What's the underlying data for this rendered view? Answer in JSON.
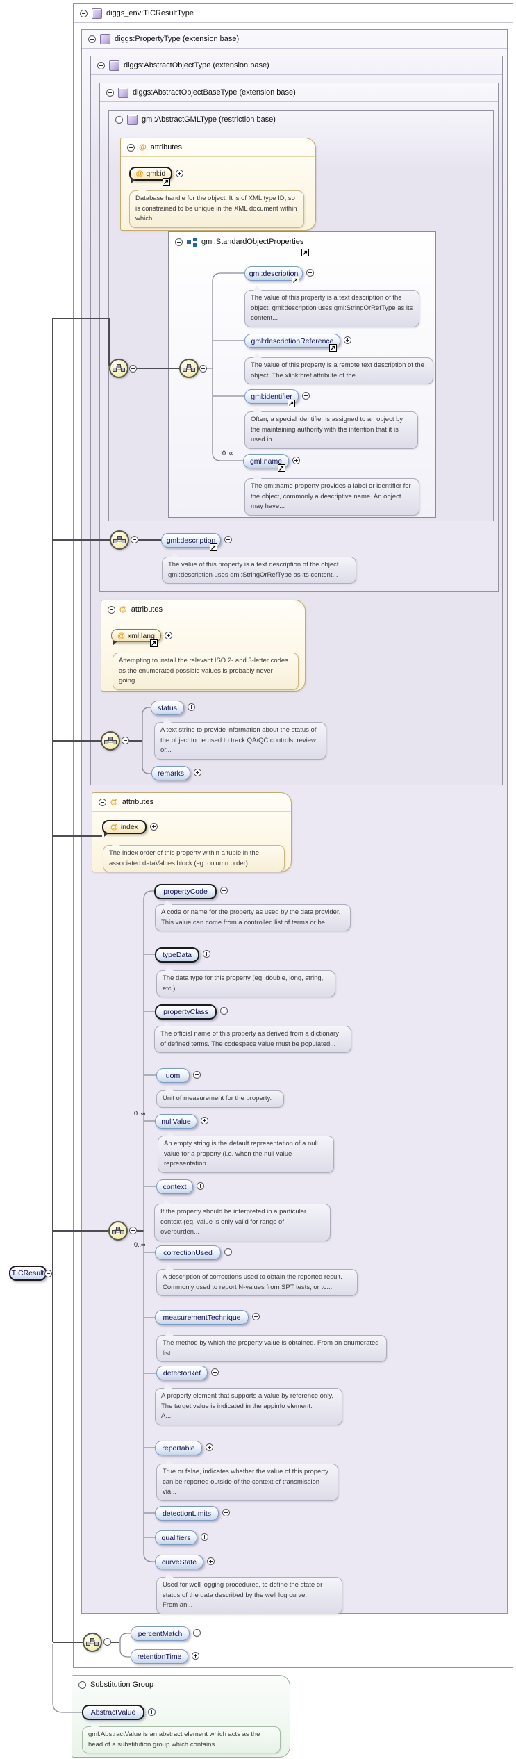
{
  "boxes": {
    "root": "diggs_env:TICResultType",
    "property_type": "diggs:PropertyType (extension base)",
    "abstract_object": "diggs:AbstractObjectType (extension base)",
    "abstract_object_base": "diggs:AbstractObjectBaseType (extension base)",
    "abstract_gml": "gml:AbstractGMLType (restriction base)",
    "attributes_label": "attributes",
    "standard_object_properties": "gml:StandardObjectProperties",
    "substitution_group": "Substitution Group"
  },
  "attributes": {
    "gml_id": {
      "name": "gml:id",
      "marker": "@",
      "doc": "Database handle for the object. It is of XML type ID, so is constrained to be unique in the XML document within which..."
    },
    "xml_lang": {
      "name": "xml:lang",
      "marker": "@",
      "doc": "Attempting to install the relevant ISO 2- and 3-letter codes as the enumerated possible values is probably never going..."
    },
    "index": {
      "name": "index",
      "marker": "@",
      "doc": "The index order of this property within a tuple in the associated dataValues block (eg. column order)."
    }
  },
  "sop_elements": [
    {
      "name": "gml:description",
      "doc": "The value of this property is a text description of the object. gml:description uses gml:StringOrRefType as its content..."
    },
    {
      "name": "gml:descriptionReference",
      "doc": "The value of this property is a remote text description of the object. The xlink:href attribute of the..."
    },
    {
      "name": "gml:identifier",
      "doc": "Often, a special identifier is assigned to an object by the maintaining authority with the intention that it is used in..."
    },
    {
      "name": "gml:name",
      "occurs": "0..∞",
      "doc": "The gml:name property provides a label or identifier for the object, commonly a descriptive name. An object may have..."
    }
  ],
  "base_elements": {
    "description": {
      "name": "gml:description",
      "doc": "The value of this property is a text description of the object. gml:description uses gml:StringOrRefType as its content..."
    },
    "status": {
      "name": "status",
      "doc": "A text string to provide information about the status of the object to be used to track QA/QC controls, review or..."
    },
    "remarks": {
      "name": "remarks"
    }
  },
  "properties": [
    {
      "name": "propertyCode",
      "required": true,
      "doc": "A code or name for the property as used by the data provider. This value can come from a controlled list of terms or be..."
    },
    {
      "name": "typeData",
      "required": true,
      "doc": "The data type for this property (eg. double, long, string, etc.)"
    },
    {
      "name": "propertyClass",
      "required": true,
      "doc": "The official name of this property as derived from a dictionary of defined terms. The codespace value must be populated..."
    },
    {
      "name": "uom",
      "doc": "Unit of measurement for the property."
    },
    {
      "name": "nullValue",
      "occurs": "0..∞",
      "doc": "An empty string is the default representation of a null value for a property (i.e. when the null value representation..."
    },
    {
      "name": "context",
      "doc": "If the property should be interpreted in a particular context (eg. value is only valid for range of overburden..."
    },
    {
      "name": "correctionUsed",
      "occurs": "0..∞",
      "doc": "A description of corrections used to obtain the reported result. Commonly used to report N-values from SPT tests, or to..."
    },
    {
      "name": "measurementTechnique",
      "doc": "The method by which the property value is obtained. From an enumerated list."
    },
    {
      "name": "detectorRef",
      "doc": "A property element that supports a value by reference only. The target value is indicated in the appinfo element.\nA..."
    },
    {
      "name": "reportable",
      "doc": "True or false, indicates whether the value of this property can be reported outside of the context of transmission via..."
    },
    {
      "name": "detectionLimits"
    },
    {
      "name": "qualifiers"
    },
    {
      "name": "curveState",
      "doc": "Used for well logging procedures, to define the state or status of the data described by the well log curve.\nFrom an..."
    }
  ],
  "result_elements": [
    {
      "name": "percentMatch"
    },
    {
      "name": "retentionTime"
    }
  ],
  "root_element": {
    "name": "TICResult"
  },
  "substitution": {
    "abstract_value": {
      "name": "AbstractValue",
      "doc": "gml:AbstractValue is an abstract element which acts as the head of a substitution group which contains..."
    }
  },
  "colors": {
    "element_border": "#7d9cc0",
    "element_fill": "#c7d6ec",
    "attribute_accent": "#e8940a",
    "type_box_fill": "#ebe8f3",
    "attributes_box_fill": "#fbf3dc",
    "substitution_box_fill": "#e9f4e9",
    "sequence_icon_fill": "#f3edb5"
  }
}
